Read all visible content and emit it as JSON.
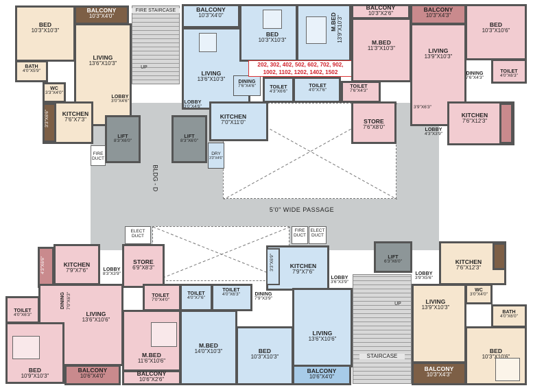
{
  "building": {
    "label": "BLDG - D",
    "passage": "5'0\" WIDE PASSAGE"
  },
  "unit_numbers": {
    "line1": "202, 302, 402, 502, 602, 702, 902,",
    "line2": "1002, 1102, 1202, 1402, 1502"
  },
  "rooms": {
    "tl_bed": {
      "name": "BED",
      "dim": "10'3\"X10'3\""
    },
    "tl_balcony": {
      "name": "BALCONY",
      "dim": "10'3\"X4'0\""
    },
    "tl_living": {
      "name": "LIVING",
      "dim": "13'6\"X10'3\""
    },
    "tl_bath": {
      "name": "BATH",
      "dim": "4'0\"X5'9\""
    },
    "tl_wc": {
      "name": "WC",
      "dim": "3'3\"X4'0\""
    },
    "tl_lobby": {
      "name": "LOBBY",
      "dim": "3'0\"X4'6\""
    },
    "tl_kitchen": {
      "name": "KITCHEN",
      "dim": "7'6\"X7'3\""
    },
    "tl_dry": {
      "dim": "3'3\"X6'6\""
    },
    "fire_staircase_top": {
      "name": "FIRE STAIRCASE",
      "up": "UP"
    },
    "tm_balcony": {
      "name": "BALCONY",
      "dim": "10'3\"X4'0\""
    },
    "tm_bed": {
      "name": "BED",
      "dim": "10'3\"X10'3\""
    },
    "tm_mbed": {
      "name": "M.BED",
      "dim": "13'9\"X10'3\""
    },
    "tm_living": {
      "name": "LIVING",
      "dim": "13'6\"X10'3\""
    },
    "tm_dining": {
      "name": "DINING",
      "dim": "7'6\"X4'6\""
    },
    "tm_toilet1": {
      "name": "TOILET",
      "dim": "4'3\"X6'6\""
    },
    "tm_toilet2": {
      "name": "TOILET",
      "dim": "4'0\"X7'6\""
    },
    "tm_lobby": {
      "name": "LOBBY",
      "dim": "3'0\"X4'6\""
    },
    "tm_kitchen": {
      "name": "KITCHEN",
      "dim": "7'0\"X11'0\""
    },
    "tm_dry": {
      "name": "DRY",
      "dim": "3'3\"X4'6\""
    },
    "lift_a": {
      "name": "LIFT",
      "dim": "8'3\"X6'0\""
    },
    "lift_b": {
      "name": "LIFT",
      "dim": "8'3\"X6'0\""
    },
    "fire_duct": {
      "name": "FIRE DUCT"
    },
    "tr_balcony1": {
      "name": "BALCONY",
      "dim": "10'3\"X2'6\""
    },
    "tr_balcony2": {
      "name": "BALCONY",
      "dim": "10'3\"X4'3\""
    },
    "tr_bed": {
      "name": "BED",
      "dim": "10'3\"X10'6\""
    },
    "tr_mbed": {
      "name": "M.BED",
      "dim": "11'3\"X10'3\""
    },
    "tr_living": {
      "name": "LIVING",
      "dim": "13'9\"X10'3\""
    },
    "tr_dining": {
      "name": "DINING",
      "dim": "7'6\"X4'3\""
    },
    "tr_toilet1": {
      "name": "TOILET",
      "dim": "4'0\"X6'3\""
    },
    "tr_toilet2": {
      "name": "TOILET",
      "dim": "7'6\"X4'3\""
    },
    "tr_store": {
      "name": "STORE",
      "dim": "7'6\"X8'0\""
    },
    "tr_passage": {
      "dim": "3'9\"X6'3\""
    },
    "tr_lobby": {
      "name": "LOBBY",
      "dim": "4'3\"X3'9\""
    },
    "tr_kitchen": {
      "name": "KITCHEN",
      "dim": "7'6\"X12'3\""
    },
    "bl_kitchen": {
      "name": "KITCHEN",
      "dim": "7'9\"X7'6\""
    },
    "bl_dry": {
      "dim": "4'3\"X6'6\""
    },
    "bl_lobby": {
      "name": "LOBBY",
      "dim": "8'3\"X3'9\""
    },
    "bl_store": {
      "name": "STORE",
      "dim": "6'9\"X8'3\""
    },
    "bl_elect": {
      "name": "ELECT DUCT"
    },
    "bl_toilet": {
      "name": "TOILET",
      "dim": "4'0\"X6'3\""
    },
    "bl_dining": {
      "name": "DINING",
      "dim": "7'0\"X6'3\""
    },
    "bl_living": {
      "name": "LIVING",
      "dim": "13'6\"X10'6\""
    },
    "bl_toilet2": {
      "name": "TOILET",
      "dim": "7'0\"X4'0\""
    },
    "bl_bed": {
      "name": "BED",
      "dim": "10'9\"X10'3\""
    },
    "bl_mbed": {
      "name": "M.BED",
      "dim": "11'6\"X10'6\""
    },
    "bl_balcony1": {
      "name": "BALCONY",
      "dim": "10'6\"X4'0\""
    },
    "bl_balcony2": {
      "name": "BALCONY",
      "dim": "10'6\"X2'6\""
    },
    "bm_toilet1": {
      "name": "TOILET",
      "dim": "4'0\"X7'6\""
    },
    "bm_toilet2": {
      "name": "TOILET",
      "dim": "4'0\"X6'3\""
    },
    "bm_dining": {
      "name": "DINING",
      "dim": "7'9\"X3'9\""
    },
    "bm_kitchen": {
      "name": "KITCHEN",
      "dim": "7'9\"X7'6\""
    },
    "bm_dry": {
      "dim": "3'3\"X6'9\""
    },
    "bm_lobby": {
      "name": "LOBBY",
      "dim": "3'6\"X3'9\""
    },
    "bm_mbed": {
      "name": "M.BED",
      "dim": "14'0\"X10'3\""
    },
    "bm_bed": {
      "name": "BED",
      "dim": "10'3\"X10'3\""
    },
    "bm_living": {
      "name": "LIVING",
      "dim": "13'6\"X10'6\""
    },
    "bm_balcony": {
      "name": "BALCONY",
      "dim": "10'6\"X4'0\""
    },
    "fire_duct_b": {
      "name": "FIRE DUCT"
    },
    "elect_duct_b": {
      "name": "ELECT DUCT"
    },
    "lift_c": {
      "name": "LIFT",
      "dim": "6'3\"X6'0\""
    },
    "staircase_b": {
      "name": "STAIRCASE",
      "up": "UP"
    },
    "br_kitchen": {
      "name": "KITCHEN",
      "dim": "7'6\"X12'3\""
    },
    "br_lobby": {
      "name": "LOBBY",
      "dim": "3'9\"X5'6\""
    },
    "br_wc": {
      "name": "WC",
      "dim": "3'0\"X4'0\""
    },
    "br_bath": {
      "name": "BATH",
      "dim": "4'0\"X6'0\""
    },
    "br_living": {
      "name": "LIVING",
      "dim": "13'9\"X10'3\""
    },
    "br_bed": {
      "name": "BED",
      "dim": "10'3\"X10'6\""
    },
    "br_balcony": {
      "name": "BALCONY",
      "dim": "10'3\"X4'3\""
    }
  },
  "colors": {
    "cream": "#f6e6cf",
    "pink": "#f2ccd1",
    "blue": "#cfe3f3",
    "lift": "#8d9698",
    "balcony": "#7d5f46",
    "common": "#c9cccd",
    "unit_number_text": "#d1202a"
  }
}
